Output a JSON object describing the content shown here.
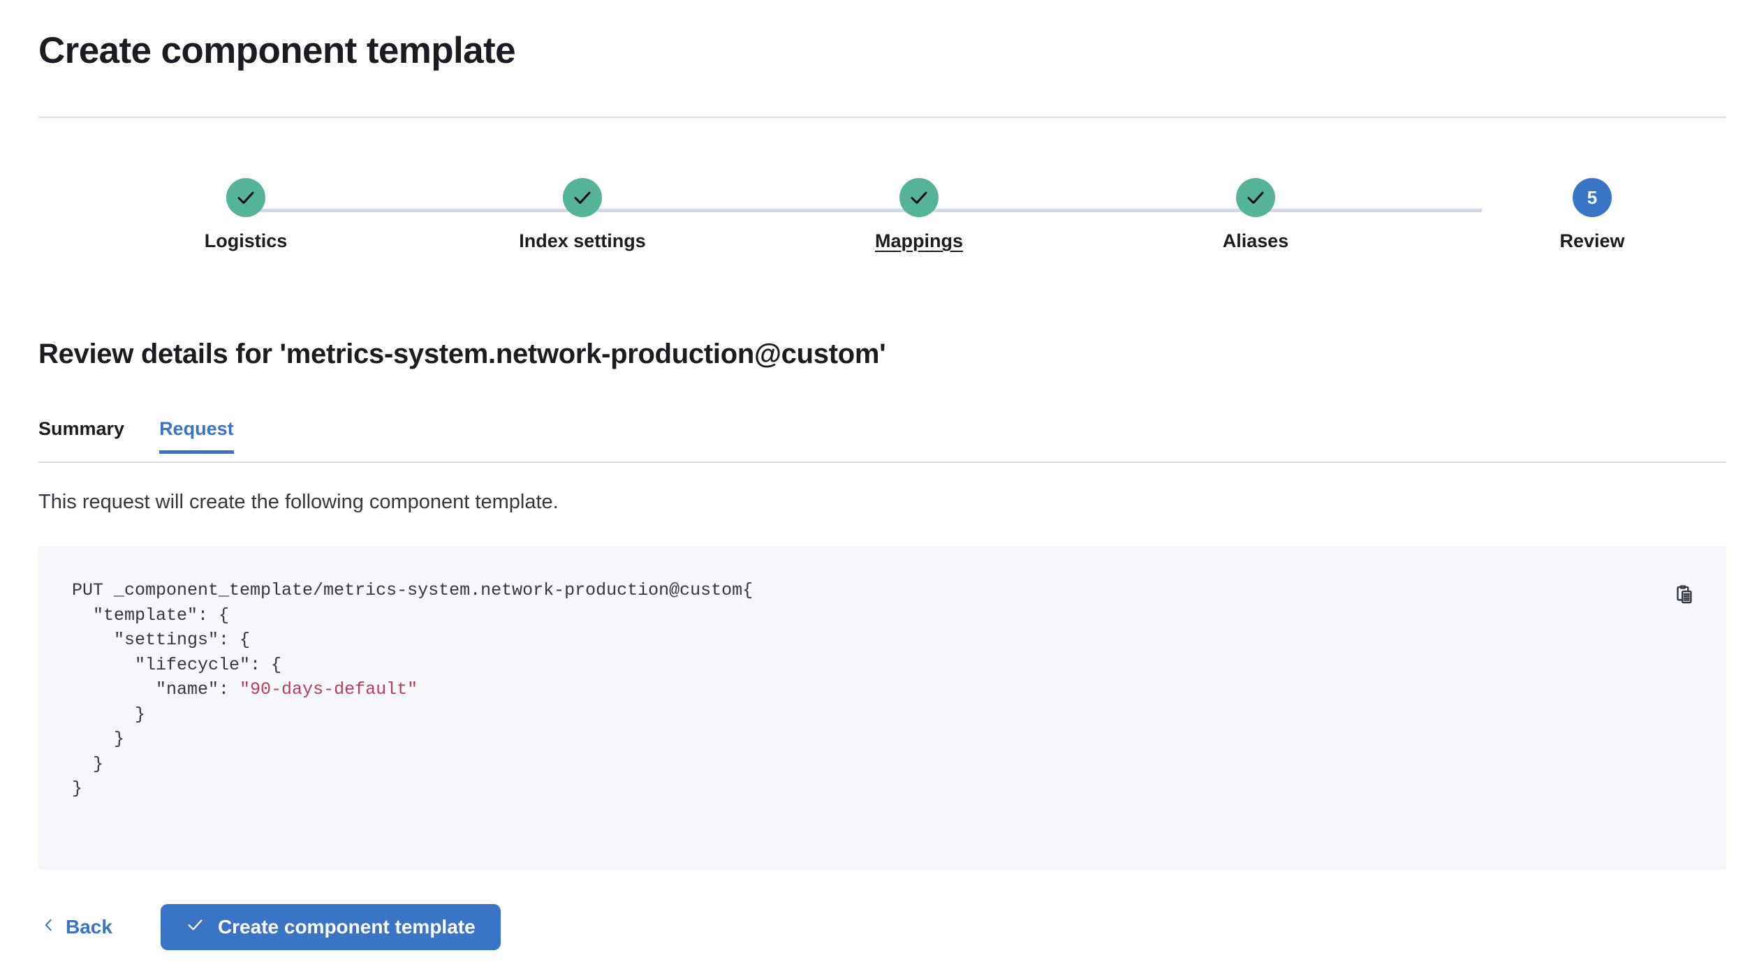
{
  "page": {
    "title": "Create component template"
  },
  "steps": [
    {
      "label": "Logistics",
      "state": "complete",
      "indicator": "check-icon",
      "underlined": false
    },
    {
      "label": "Index settings",
      "state": "complete",
      "indicator": "check-icon",
      "underlined": false
    },
    {
      "label": "Mappings",
      "state": "complete",
      "indicator": "check-icon",
      "underlined": true
    },
    {
      "label": "Aliases",
      "state": "complete",
      "indicator": "check-icon",
      "underlined": false
    },
    {
      "label": "Review",
      "state": "current",
      "indicator": "5",
      "underlined": false
    }
  ],
  "review": {
    "heading": "Review details for 'metrics-system.network-production@custom'",
    "tabs": [
      {
        "label": "Summary",
        "active": false
      },
      {
        "label": "Request",
        "active": true
      }
    ],
    "description": "This request will create the following component template.",
    "request": {
      "method_line": "PUT _component_template/metrics-system.network-production@custom",
      "body_prefix": "{\n  \"template\": {\n    \"settings\": {\n      \"lifecycle\": {\n        \"name\": ",
      "body_string_value": "\"90-days-default\"",
      "body_suffix": "\n      }\n    }\n  }\n}"
    },
    "copy_button_title": "Copy to clipboard"
  },
  "footer": {
    "back_label": "Back",
    "submit_label": "Create component template"
  },
  "colors": {
    "complete_step": "#54b399",
    "current_step": "#3a74c4",
    "accent": "#3a74c4",
    "code_background": "#f5f7fa",
    "code_string": "#ba3d5e",
    "divider": "#d3dae6",
    "text": "#1a1c21"
  }
}
